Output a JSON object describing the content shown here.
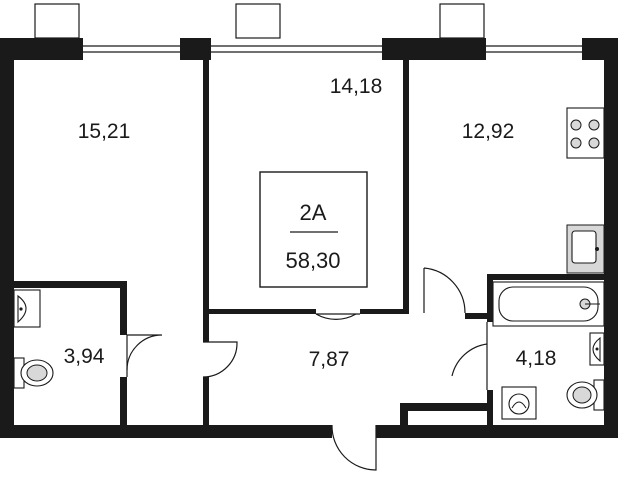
{
  "apartment": {
    "type": "2А",
    "total_area": "58,30"
  },
  "rooms": [
    {
      "id": "bedroom-left",
      "area": "15,21"
    },
    {
      "id": "bedroom-middle",
      "area": "14,18"
    },
    {
      "id": "kitchen",
      "area": "12,92"
    },
    {
      "id": "toilet",
      "area": "3,94"
    },
    {
      "id": "hallway",
      "area": "7,87"
    },
    {
      "id": "bathroom",
      "area": "4,18"
    }
  ],
  "colors": {
    "wall": "#1a1a1a",
    "fixture_fill": "#d8d8d8",
    "background": "#ffffff"
  }
}
